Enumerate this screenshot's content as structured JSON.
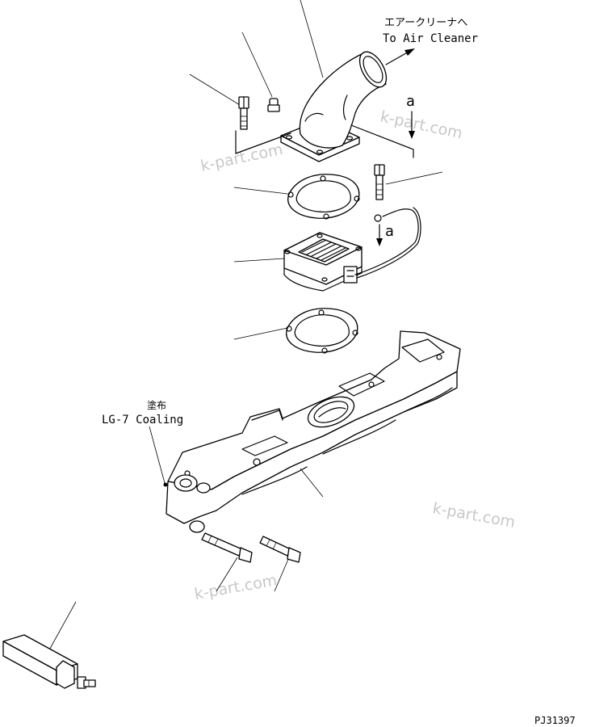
{
  "labels": {
    "air_cleaner_jp": "エアークリーナへ",
    "air_cleaner_en": "To Air Cleaner",
    "coating_jp": "塗布",
    "coating_en": "LG-7 Coaling",
    "connection_mark_a": "a",
    "drawing_code": "PJ31397"
  },
  "watermark": "k-part.com"
}
